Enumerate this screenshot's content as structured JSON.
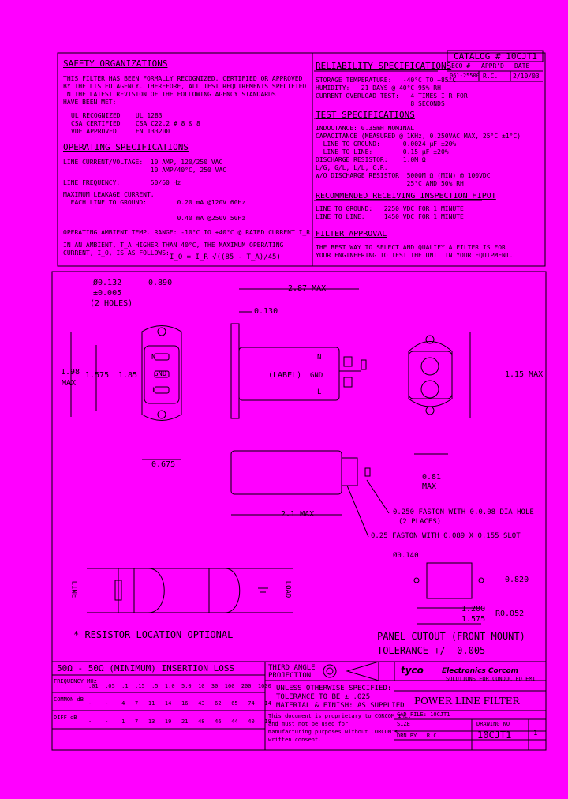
{
  "catalog": {
    "label": "CATALOG # 10CJT1",
    "sub1": "ECO #",
    "sub2": "APPR'D",
    "sub3": "DATE",
    "row1": "061-25500",
    "row2": "R.C.",
    "row3": "2/10/03"
  },
  "safety": {
    "heading": "SAFETY ORGANIZATIONS",
    "lines": [
      "THIS FILTER HAS BEEN FORMALLY RECOGNIZED, CERTIFIED OR APPROVED",
      "BY THE LISTED AGENCY. THEREFORE, ALL TEST REQUIREMENTS SPECIFIED",
      "IN THE LATEST REVISION OF THE FOLLOWING AGENCY STANDARDS",
      "HAVE BEEN MET:",
      "UL RECOGNIZED    UL 1283",
      "CSA CERTIFIED    CSA C22.2 # 8 & 8",
      "VDE APPROVED     EN 133200"
    ]
  },
  "operating": {
    "heading": "OPERATING SPECIFICATIONS",
    "lines": [
      "LINE CURRENT/VOLTAGE:  10 AMP, 120/250 VAC",
      "                       10 AMP/40°C, 250 VAC",
      "LINE FREQUENCY:        50/60 Hz",
      "MAXIMUM LEAKAGE CURRENT,",
      "  EACH LINE TO GROUND:        0.20 mA @120V 60Hz",
      "",
      "                              0.40 mA @250V 50Hz",
      "OPERATING AMBIENT TEMP. RANGE: -10°C TO +40°C @ RATED CURRENT I_R",
      "IN AN AMBIENT, T_A HIGHER THAN 40°C, THE MAXIMUM OPERATING",
      "CURRENT, I_O, IS AS FOLLOWS:"
    ],
    "formula": "I_O = I_R √((85 - T_A)/45)"
  },
  "reliability": {
    "heading": "RELIABILITY SPECIFICATIONS",
    "lines": [
      "STORAGE TEMPERATURE:   -40°C TO +85°C",
      "HUMIDITY:   21 DAYS @ 40°C 95% RH",
      "CURRENT OVERLOAD TEST:   4 TIMES I_R FOR",
      "                         8 SECONDS"
    ]
  },
  "test": {
    "heading": "TEST SPECIFICATIONS",
    "lines": [
      "INDUCTANCE: 0.35mH NOMINAL",
      "CAPACITANCE (MEASURED @ 1KHz, 0.250VAC MAX, 25°C ±1°C)",
      "  LINE TO GROUND:      0.0024 μF ±20%",
      "  LINE TO LINE:        0.15 μF ±20%",
      "DISCHARGE RESISTOR:    1.0M Ω",
      "L/G, G/L, L/L, C.R.",
      "W/O DISCHARGE RESISTOR  5000M Ω (MIN) @ 100VDC",
      "                        25°C AND 50% RH"
    ]
  },
  "hipot": {
    "heading": "RECOMMENDED RECEIVING INSPECTION HIPOT",
    "lines": [
      "LINE TO GROUND:   2250 VDC FOR 1 MINUTE",
      "LINE TO LINE:     1450 VDC FOR 1 MINUTE"
    ]
  },
  "approval": {
    "heading": "FILTER APPROVAL",
    "lines": [
      "THE BEST WAY TO SELECT AND QUALIFY A FILTER IS FOR",
      "YOUR ENGINEERING TO TEST THE UNIT IN YOUR EQUIPMENT."
    ]
  },
  "drawing": {
    "hole_dia": "Ø0.132",
    "hole_tol": "±0.005",
    "hole_count": "(2 HOLES)",
    "dim_890": "0.890",
    "dim_198": "1.98",
    "max": "MAX",
    "dim_1575": "1.575",
    "dim_185": "1.85",
    "pin_n": "N",
    "pin_gnd": "GND",
    "pin_l": "L",
    "dim_675": "0.675",
    "dim_287": "2.87 MAX",
    "dim_130": "0.130",
    "label": "(LABEL)",
    "dim_115": "1.15 MAX",
    "dim_81": "0.81",
    "dim_21": "2.1 MAX",
    "faston_250": "0.250 FASTON WITH 0.0.08 DIA HOLE",
    "faston_places": "(2 PLACES)",
    "faston_125": "0.25 FASTON WITH 0.089 X 0.155 SLOT",
    "dim_140": "Ø0.140",
    "dim_820": "0.820",
    "dim_1200": "1.200",
    "dim_r052": "R0.052",
    "dim_1575b": "1.575"
  },
  "schematic": {
    "line": "LINE",
    "load": "LOAD",
    "note": "* RESISTOR LOCATION OPTIONAL"
  },
  "panel": {
    "title": "PANEL CUTOUT (FRONT MOUNT)",
    "tolerance": "TOLERANCE +/- 0.005"
  },
  "insertion": {
    "title": "50Ω - 50Ω (MINIMUM) INSERTION LOSS",
    "freq_label": "FREQUENCY MHz",
    "freqs": ".01  .05  .1  .15  .5  1.0  5.0  10  30  100  200  1000",
    "cm_label": "COMMON dB",
    "cm": "-    -    4   7   11   14   16   43   62   65   74   14",
    "dm_label": "DIFF dB",
    "dm": "-    -    1   7   13   19   21   48   46   44   40   18"
  },
  "titleblock": {
    "projection": "THIRD ANGLE",
    "projection2": "PROJECTION",
    "notes": [
      "UNLESS OTHERWISE SPECIFIED:",
      "TOLERANCE TO BE ± .025",
      "MATERIAL & FINISH: AS SUPPLIED"
    ],
    "proprietary": [
      "This document is proprietary to CORCOM Inc.",
      "and must not be used for",
      "manufacturing purposes without CORCOM's",
      "written consent."
    ],
    "brand": "tyco",
    "brand2": "Electronics Corcom",
    "tagline": "SOLUTIONS FOR CONDUCTED EMI",
    "title": "POWER LINE FILTER",
    "cad": "CAD FILE: 10CJT1",
    "size": "SIZE",
    "dwgno_label": "DRAWING NO",
    "drn": "DRN BY   R.C.",
    "dwgno": "10CJT1",
    "sheet": "1"
  }
}
